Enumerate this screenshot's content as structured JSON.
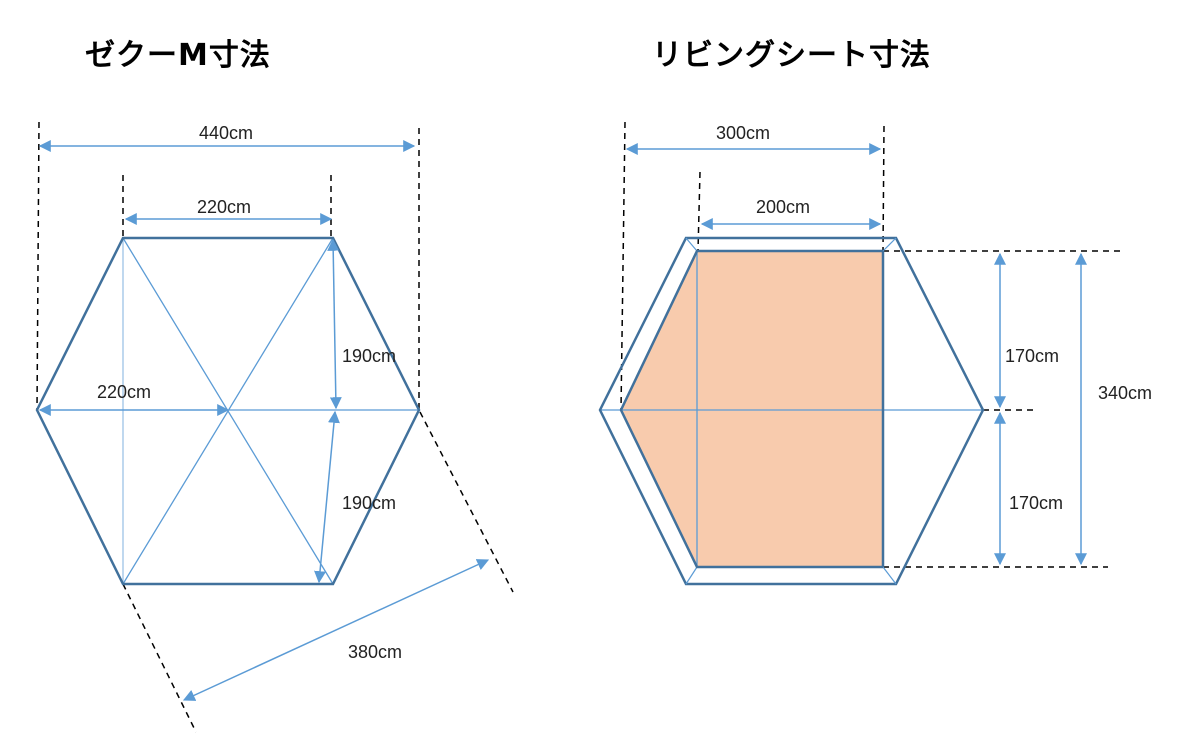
{
  "left": {
    "title": "ゼクーM寸法",
    "labels": {
      "width_total": "440cm",
      "width_top": "220cm",
      "radius": "220cm",
      "half_height_top": "190cm",
      "half_height_bottom": "190cm",
      "diagonal": "380cm"
    }
  },
  "right": {
    "title": "リビングシート寸法",
    "labels": {
      "width_total": "300cm",
      "width_inner": "200cm",
      "half_height_top": "170cm",
      "half_height_bottom": "170cm",
      "height_total": "340cm"
    }
  },
  "colors": {
    "hex_outline": "#41719c",
    "dimension_line": "#5b9bd5",
    "sheet_fill": "#f8cbad",
    "guide_dash": "#000000"
  }
}
